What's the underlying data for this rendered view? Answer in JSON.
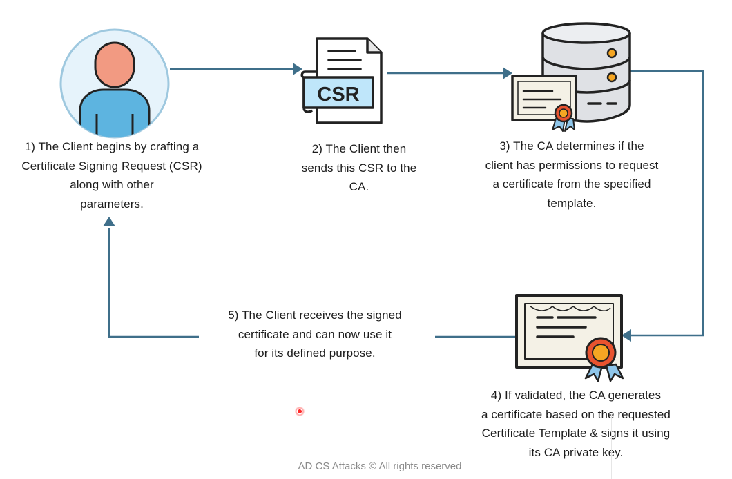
{
  "diagram": {
    "icons": {
      "client": "user-icon",
      "csr": "csr-document-icon",
      "ca": "ca-server-certificate-icon",
      "certificate": "signed-certificate-icon"
    },
    "csr_label": "CSR",
    "steps": [
      {
        "lines": [
          "1) The Client begins by crafting a",
          "Certificate Signing Request (CSR)",
          "along with other",
          "parameters."
        ]
      },
      {
        "lines": [
          "2) The Client then",
          "sends this CSR to the",
          "CA."
        ]
      },
      {
        "lines": [
          "3) The CA determines if the",
          "client has permissions to request",
          "a certificate from the specified",
          "template."
        ]
      },
      {
        "lines": [
          "4) If validated, the CA generates",
          "a certificate based on the requested",
          "Certificate Template & signs it using",
          "its CA private key."
        ]
      },
      {
        "lines": [
          "5) The Client receives the signed",
          "certificate and can now use it",
          "for its defined purpose."
        ]
      }
    ],
    "colors": {
      "arrow": "#3f6f8a",
      "client_bg": "#e6f3fb",
      "client_ring": "#9ec8df",
      "client_head": "#f29a82",
      "client_body": "#5db4e0",
      "csr_badge": "#bfe6fa",
      "ribbon": "#8fc6ea",
      "seal": "#e8532f",
      "seal_inner": "#f5a623",
      "server": "#dfe1e5",
      "server_dot": "#f5a623",
      "cert_bg": "#f4f1e6"
    }
  },
  "footer": "AD CS Attacks © All rights reserved"
}
